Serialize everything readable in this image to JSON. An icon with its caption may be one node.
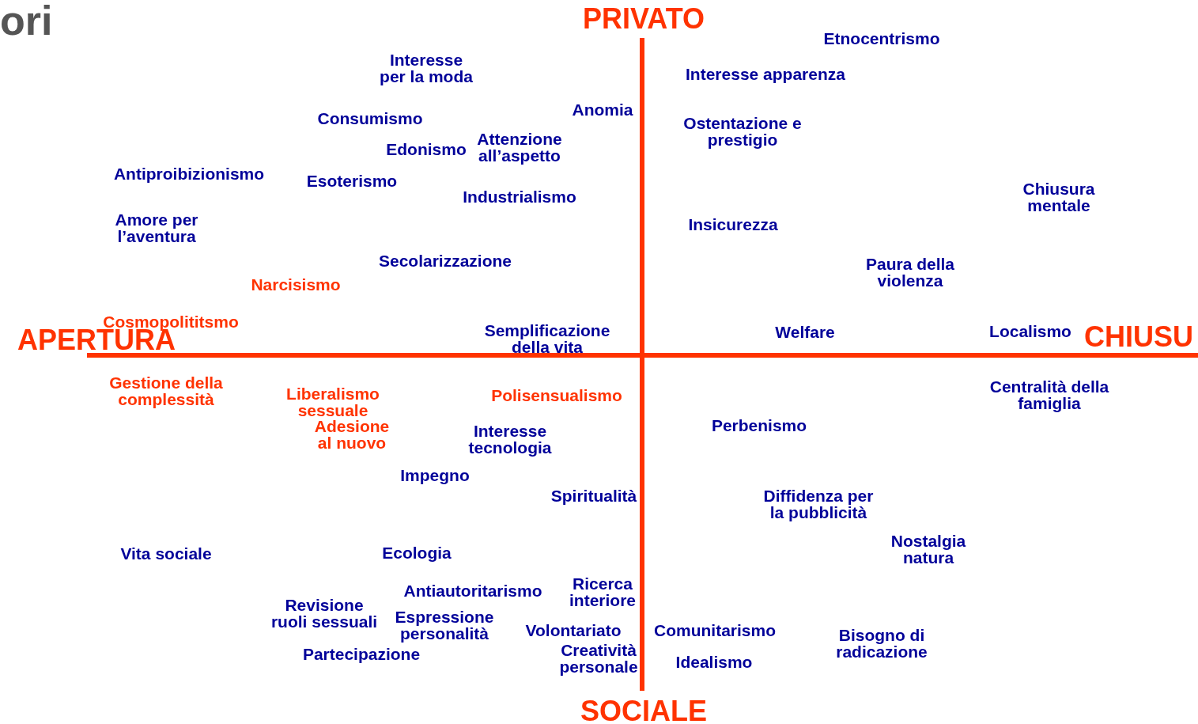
{
  "diagram": {
    "labels": [
      "ori",
      "PRIVATO",
      "Etnocentrismo",
      "Interesse per la moda",
      "Interesse apparenza",
      "Consumismo",
      "Anomia",
      "Ostentazione e prestigio",
      "Edonismo",
      "Attenzione all’aspetto",
      "Antiproibizionismo",
      "Esoterismo",
      "Industrialismo",
      "Chiusura mentale",
      "Amore per l’aventura",
      "Insicurezza",
      "Secolarizzazione",
      "Paura della violenza",
      "Narcisismo",
      "Cosmopolititsmo",
      "APERTURA",
      "Semplificazione della vita",
      "Welfare",
      "Localismo",
      "CHIUSU",
      "Gestione della complessità",
      "Liberalismo sessuale",
      "Polisensualismo",
      "Centralità della famiglia",
      "Adesione al nuovo",
      "Interesse tecnologia",
      "Perbenismo",
      "Impegno",
      "Spiritualità",
      "Diffidenza per la pubblicità",
      "Nostalgia natura",
      "Vita sociale",
      "Ecologia",
      "Antiautoritarismo",
      "Ricerca interiore",
      "Revisione ruoli sessuali",
      "Espressione personalità",
      "Volontariato",
      "Comunitarismo",
      "Bisogno di radicazione",
      "Partecipazione",
      "Creatività personale",
      "Idealismo",
      "SOCIALE"
    ]
  }
}
